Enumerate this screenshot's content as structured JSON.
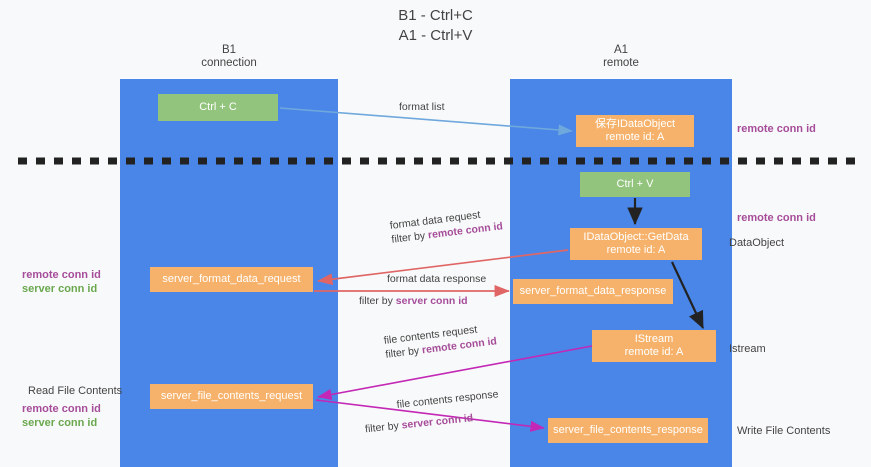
{
  "title": {
    "line1": "B1 - Ctrl+C",
    "line2": "A1 - Ctrl+V"
  },
  "lanes": [
    {
      "id": "b1",
      "name": "B1",
      "role": "connection",
      "color": "#4a86e8"
    },
    {
      "id": "a1",
      "name": "A1",
      "role": "remote",
      "color": "#4a86e8"
    }
  ],
  "boxes": {
    "ctrl_c": {
      "line1": "Ctrl + C",
      "line2": "",
      "color": "#93c47d"
    },
    "save_dataobject": {
      "line1": "保存IDataObject",
      "line2": "remote id: A",
      "color": "#f6b26b"
    },
    "ctrl_v": {
      "line1": "Ctrl + V",
      "line2": "",
      "color": "#93c47d"
    },
    "getdata": {
      "line1": "IDataObject::GetData",
      "line2": "remote id: A",
      "color": "#f6b26b"
    },
    "server_format_data_request": {
      "line1": "server_format_data_request",
      "line2": "",
      "color": "#f6b26b"
    },
    "server_format_data_response": {
      "line1": "server_format_data_response",
      "line2": "",
      "color": "#f6b26b"
    },
    "istream": {
      "line1": "IStream",
      "line2": "remote id: A",
      "color": "#f6b26b"
    },
    "server_file_contents_request": {
      "line1": "server_file_contents_request",
      "line2": "",
      "color": "#f6b26b"
    },
    "server_file_contents_response": {
      "line1": "server_file_contents_response",
      "line2": "",
      "color": "#f6b26b"
    }
  },
  "edge_labels": {
    "format_list": "format list",
    "format_data_request": {
      "line1": "format data request",
      "prefix": "filter by ",
      "highlight": "remote conn id"
    },
    "format_data_response": {
      "line1": "format data response",
      "prefix": "filter by ",
      "highlight": "server conn id"
    },
    "file_contents_request": {
      "line1": "file contents request",
      "prefix": "filter by ",
      "highlight": "remote conn id"
    },
    "file_contents_response": {
      "line1": "file contents response",
      "prefix": "filter by ",
      "highlight": "server conn id"
    }
  },
  "side_labels": {
    "right_remote_conn_id_top": "remote conn id",
    "right_remote_conn_id_mid": "remote conn id",
    "dataobject": "DataObject",
    "istream": "Istream",
    "write_file_contents": "Write File Contents",
    "left_remote_conn_id_mid": "remote conn id",
    "left_server_conn_id_mid": "server conn id",
    "read_file_contents": "Read File Contents",
    "left_remote_conn_id_bot": "remote conn id",
    "left_server_conn_id_bot": "server conn id"
  },
  "colors": {
    "background": "#f8f9fa",
    "lane": "#4a86e8",
    "green_box": "#93c47d",
    "orange_box": "#f6b26b",
    "purple_text": "#a64d9a",
    "green_text": "#6aa84f",
    "red_arrow": "#e06666",
    "magenta_arrow": "#c327b5",
    "blue_arrow": "#6fa8dc",
    "black_arrow": "#222222",
    "divider": "#222222"
  }
}
